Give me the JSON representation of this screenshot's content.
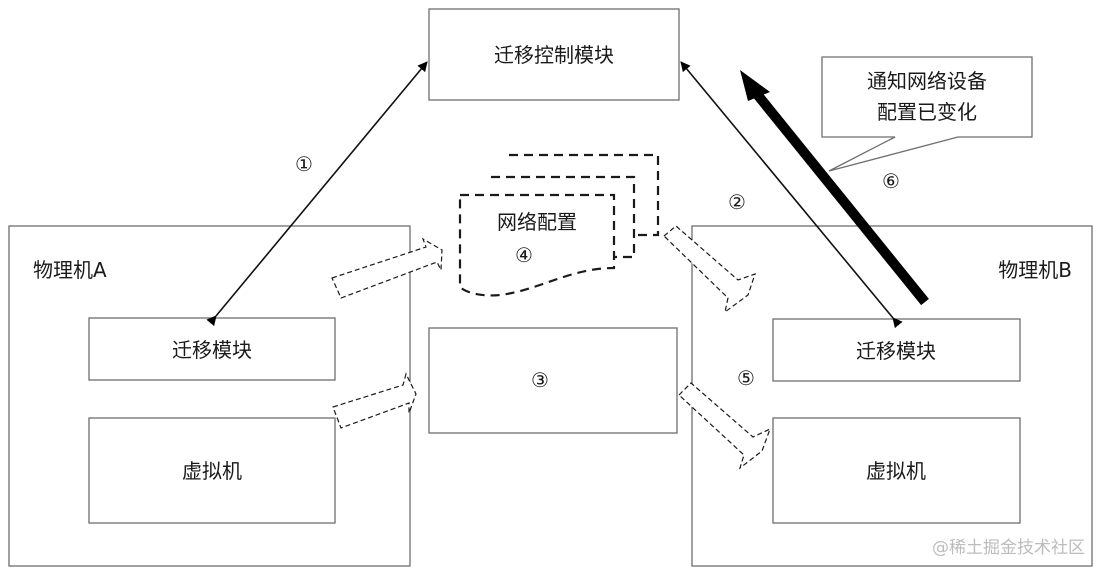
{
  "title": "迁移控制模块",
  "callout": {
    "line1": "通知网络设备",
    "line2": "配置已变化"
  },
  "network_config": {
    "label": "网络配置",
    "step": "④"
  },
  "host_a": {
    "label": "物理机A",
    "migration_module": "迁移模块",
    "vm": "虚拟机"
  },
  "host_b": {
    "label": "物理机B",
    "migration_module": "迁移模块",
    "vm": "虚拟机"
  },
  "middle_box": {
    "step": "③"
  },
  "steps": {
    "s1": "①",
    "s2": "②",
    "s5": "⑤",
    "s6": "⑥"
  },
  "watermark": "@稀土掘金技术社区"
}
